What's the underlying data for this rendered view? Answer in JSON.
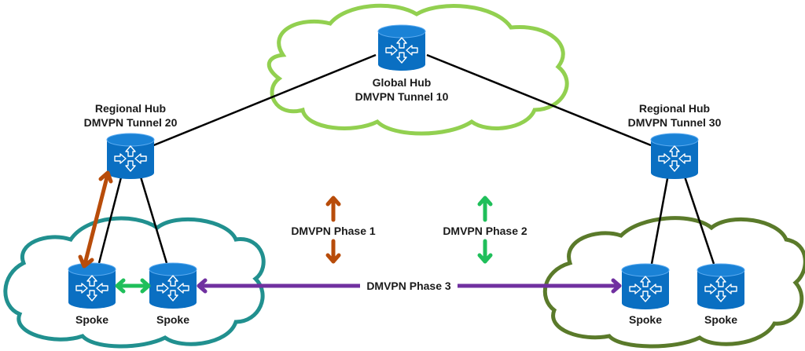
{
  "title": "DMVPN Hierarchical Topology",
  "colors": {
    "router_fill": "#0a6fc2",
    "router_top": "#1a82d6",
    "global_cloud": "#92d050",
    "left_cloud": "#21908f",
    "right_cloud": "#5a7a2a",
    "phase1": "#b84c0a",
    "phase2": "#1fbf5a",
    "phase3": "#7030a0",
    "link": "#000000"
  },
  "nodes": {
    "global_hub": {
      "line1": "Global Hub",
      "line2": "DMVPN Tunnel 10",
      "icon": "router-icon"
    },
    "regional_hub_left": {
      "line1": "Regional Hub",
      "line2": "DMVPN Tunnel 20",
      "icon": "router-icon"
    },
    "regional_hub_right": {
      "line1": "Regional Hub",
      "line2": "DMVPN Tunnel 30",
      "icon": "router-icon"
    },
    "spoke_left_1": {
      "label": "Spoke",
      "icon": "router-icon"
    },
    "spoke_left_2": {
      "label": "Spoke",
      "icon": "router-icon"
    },
    "spoke_right_1": {
      "label": "Spoke",
      "icon": "router-icon"
    },
    "spoke_right_2": {
      "label": "Spoke",
      "icon": "router-icon"
    }
  },
  "legend": {
    "phase1": "DMVPN Phase 1",
    "phase2": "DMVPN Phase 2",
    "phase3": "DMVPN Phase 3"
  }
}
